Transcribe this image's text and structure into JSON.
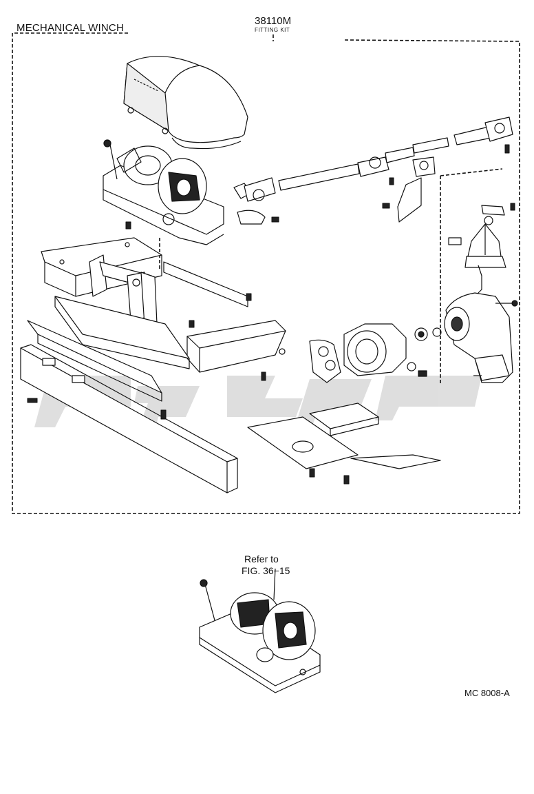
{
  "diagram": {
    "title": "MECHANICAL WINCH",
    "kit_number": "38110M",
    "kit_name": "FITTING KIT",
    "reference_line1": "Refer to",
    "reference_line2": "FIG. 36−15",
    "drawing_code": "MC 8008-A"
  },
  "colors": {
    "ink": "#111111",
    "watermark": "#d9d9d9",
    "background": "#ffffff"
  }
}
